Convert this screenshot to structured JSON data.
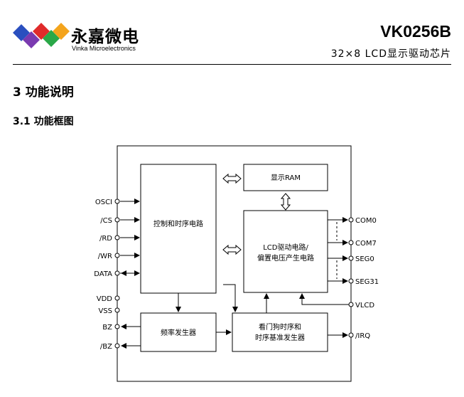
{
  "header": {
    "brand_cn": "永嘉微电",
    "brand_en": "Vinka Microelectronics",
    "model": "VK0256B",
    "subtitle": "32×8 LCD显示驱动芯片"
  },
  "section": {
    "title": "3 功能说明",
    "subsection_title": "3.1 功能框图"
  },
  "diagram": {
    "blocks": {
      "display_ram": "显示RAM",
      "control_timing": "控制和时序电路",
      "lcd_driver_line1": "LCD驱动电路/",
      "lcd_driver_line2": "偏置电压产生电路",
      "freq_gen": "频率发生器",
      "watchdog_line1": "看门狗时序和",
      "watchdog_line2": "时序基准发生器"
    },
    "left_pins": [
      "OSCI",
      "/CS",
      "/RD",
      "/WR",
      "DATA",
      "VDD",
      "VSS",
      "BZ",
      "/BZ"
    ],
    "right_pins": [
      "COM0",
      "COM7",
      "SEG0",
      "SEG31",
      "VLCD",
      "/IRQ"
    ]
  },
  "colors": {
    "logo_blue": "#2a4fbf",
    "logo_purple": "#7a3ab0",
    "logo_red": "#e02b2b",
    "logo_green": "#2aa848",
    "logo_orange": "#f4a41c"
  }
}
